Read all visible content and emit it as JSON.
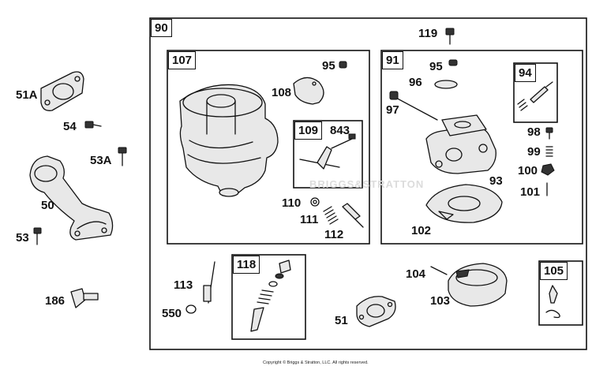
{
  "diagram": {
    "group_labels": {
      "g90": "90",
      "g107": "107",
      "g91": "91",
      "g109": "109",
      "g94": "94",
      "g118": "118",
      "g105": "105"
    },
    "part_labels": {
      "p51a": "51A",
      "p54": "54",
      "p53a": "53A",
      "p50": "50",
      "p53": "53",
      "p186": "186",
      "p95a": "95",
      "p108": "108",
      "p843": "843",
      "p110": "110",
      "p111": "111",
      "p112": "112",
      "p119": "119",
      "p95b": "95",
      "p96": "96",
      "p97": "97",
      "p98": "98",
      "p99": "99",
      "p100": "100",
      "p101": "101",
      "p93": "93",
      "p102": "102",
      "p113": "113",
      "p550": "550",
      "p104": "104",
      "p103": "103",
      "p51": "51"
    },
    "watermark": "BRIGGS&STRATTON",
    "copyright": "Copyright © Briggs & Stratton, LLC. All rights reserved."
  }
}
